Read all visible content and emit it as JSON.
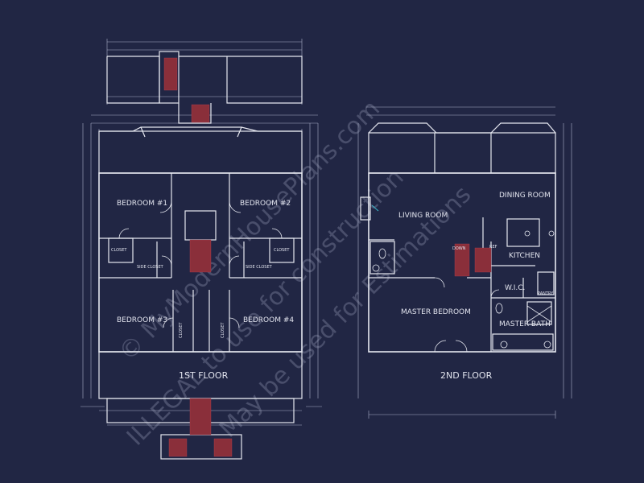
{
  "colors": {
    "background": "#212644",
    "wall": "#e6e8f0",
    "dim_line": "#aab0c8",
    "stair": "#8a2f3a",
    "label": "#e2e4ee",
    "watermark": "#6a6f8c",
    "accent": "#39b7c9"
  },
  "floor1": {
    "title": "1ST FLOOR",
    "rooms": {
      "bedroom1": "BEDROOM #1",
      "bedroom2": "BEDROOM #2",
      "bedroom3": "BEDROOM #3",
      "bedroom4": "BEDROOM #4",
      "closet_left": "CLOSET",
      "closet_right": "CLOSET",
      "closet_left_lower": "CLOSET",
      "closet_right_lower": "CLOSET",
      "side_closet_left": "SIDE CLOSET",
      "side_closet_right": "SIDE CLOSET"
    }
  },
  "floor2": {
    "title": "2ND FLOOR",
    "rooms": {
      "living_room": "LIVING ROOM",
      "dining_room": "DINING ROOM",
      "kitchen": "KITCHEN",
      "wic": "W.I.C.",
      "pantry": "PANTRY",
      "master_bedroom": "MASTER BEDROOM",
      "master_bath": "MASTER BATH",
      "down": "DOWN",
      "ref": "REF"
    }
  },
  "watermark": {
    "line1": "© MyModernHousePlans.com",
    "line2": "ILLEGAL to use for construction",
    "line3": "May be used for Estimations"
  }
}
